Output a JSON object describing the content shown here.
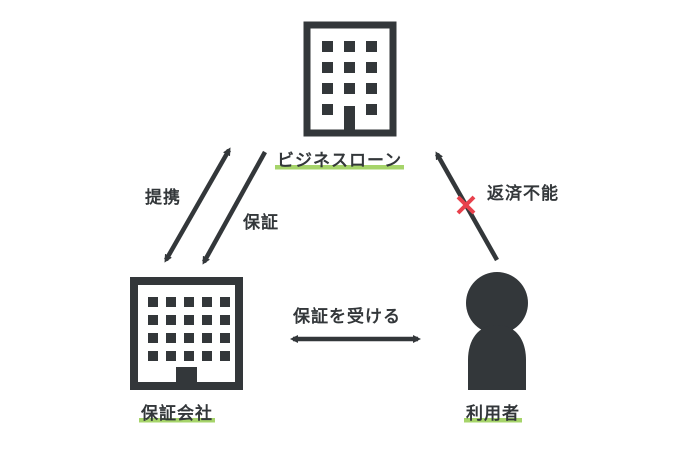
{
  "diagram": {
    "nodes": [
      {
        "id": "business-loan",
        "label": "ビジネスローン",
        "icon": "building-icon"
      },
      {
        "id": "guarantee-company",
        "label": "保証会社",
        "icon": "building-icon"
      },
      {
        "id": "user",
        "label": "利用者",
        "icon": "person-icon"
      }
    ],
    "edges": [
      {
        "from": "guarantee-company",
        "to": "business-loan",
        "label": "提携",
        "direction": "both"
      },
      {
        "from": "business-loan",
        "to": "guarantee-company",
        "label": "保証",
        "direction": "forward"
      },
      {
        "from": "user",
        "to": "business-loan",
        "label": "返済不能",
        "direction": "forward",
        "blocked": true
      },
      {
        "from": "guarantee-company",
        "to": "user",
        "label": "保証を受ける",
        "direction": "both"
      }
    ]
  },
  "labels": {
    "business_loan": "ビジネスローン",
    "guarantee_company": "保証会社",
    "user": "利用者",
    "partnership": "提携",
    "guarantee": "保証",
    "repayment_failure": "返済不能",
    "receive_guarantee": "保証を受ける"
  },
  "colors": {
    "ink": "#33373a",
    "highlight": "#a6d46a",
    "cross": "#e8414c"
  }
}
